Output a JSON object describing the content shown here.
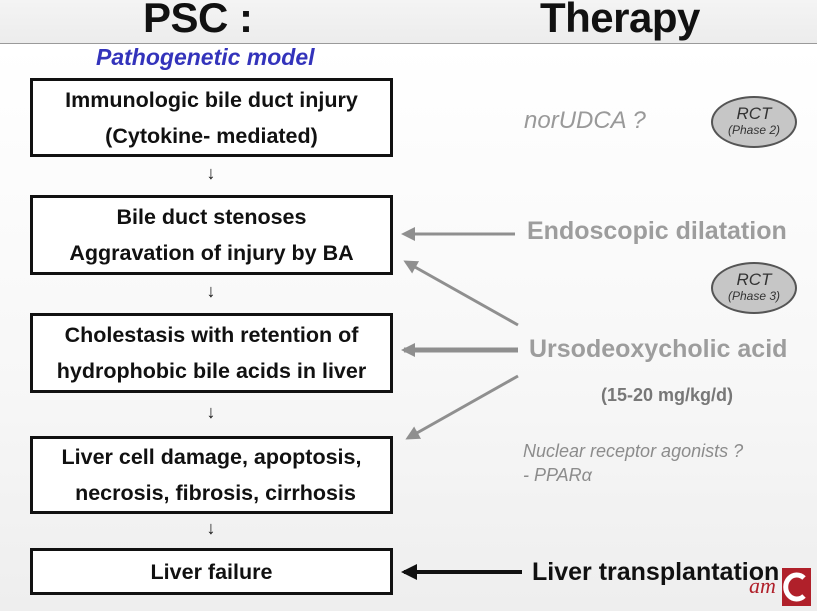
{
  "header": {
    "left_title": "PSC :",
    "right_title": "Therapy",
    "subtitle": "Pathogenetic model"
  },
  "model_boxes": [
    {
      "lines": [
        "Immunologic bile duct injury",
        "(Cytokine- mediated)"
      ]
    },
    {
      "lines": [
        "Bile duct stenoses",
        "Aggravation of injury by BA"
      ]
    },
    {
      "lines": [
        "Cholestasis with retention of",
        "hydrophobic bile acids in liver"
      ]
    },
    {
      "lines": [
        "Liver cell damage, apoptosis,",
        "necrosis, fibrosis, cirrhosis"
      ]
    },
    {
      "lines": [
        "Liver failure"
      ]
    }
  ],
  "flow_arrow_glyph": "↓",
  "therapies": {
    "norudca": "norUDCA ?",
    "endoscopic": "Endoscopic dilatation",
    "udca": "Ursodeoxycholic acid",
    "udca_dose": "(15-20 mg/kg/d)",
    "nuclear_line1": "Nuclear receptor agonists ?",
    "nuclear_line2": "- PPARα",
    "transplant": "Liver transplantation"
  },
  "rct_badges": [
    {
      "label": "RCT",
      "phase": "(Phase 2)"
    },
    {
      "label": "RCT",
      "phase": "(Phase 3)"
    }
  ],
  "logo": {
    "text": "am",
    "brand_color": "#b0202a"
  },
  "colors": {
    "subtitle": "#3333bb",
    "therapy_gray": "#9d9d9d",
    "arrow_gray": "#8f8f8f",
    "text_dark": "#111111",
    "badge_fill": "#c6c6c6"
  }
}
